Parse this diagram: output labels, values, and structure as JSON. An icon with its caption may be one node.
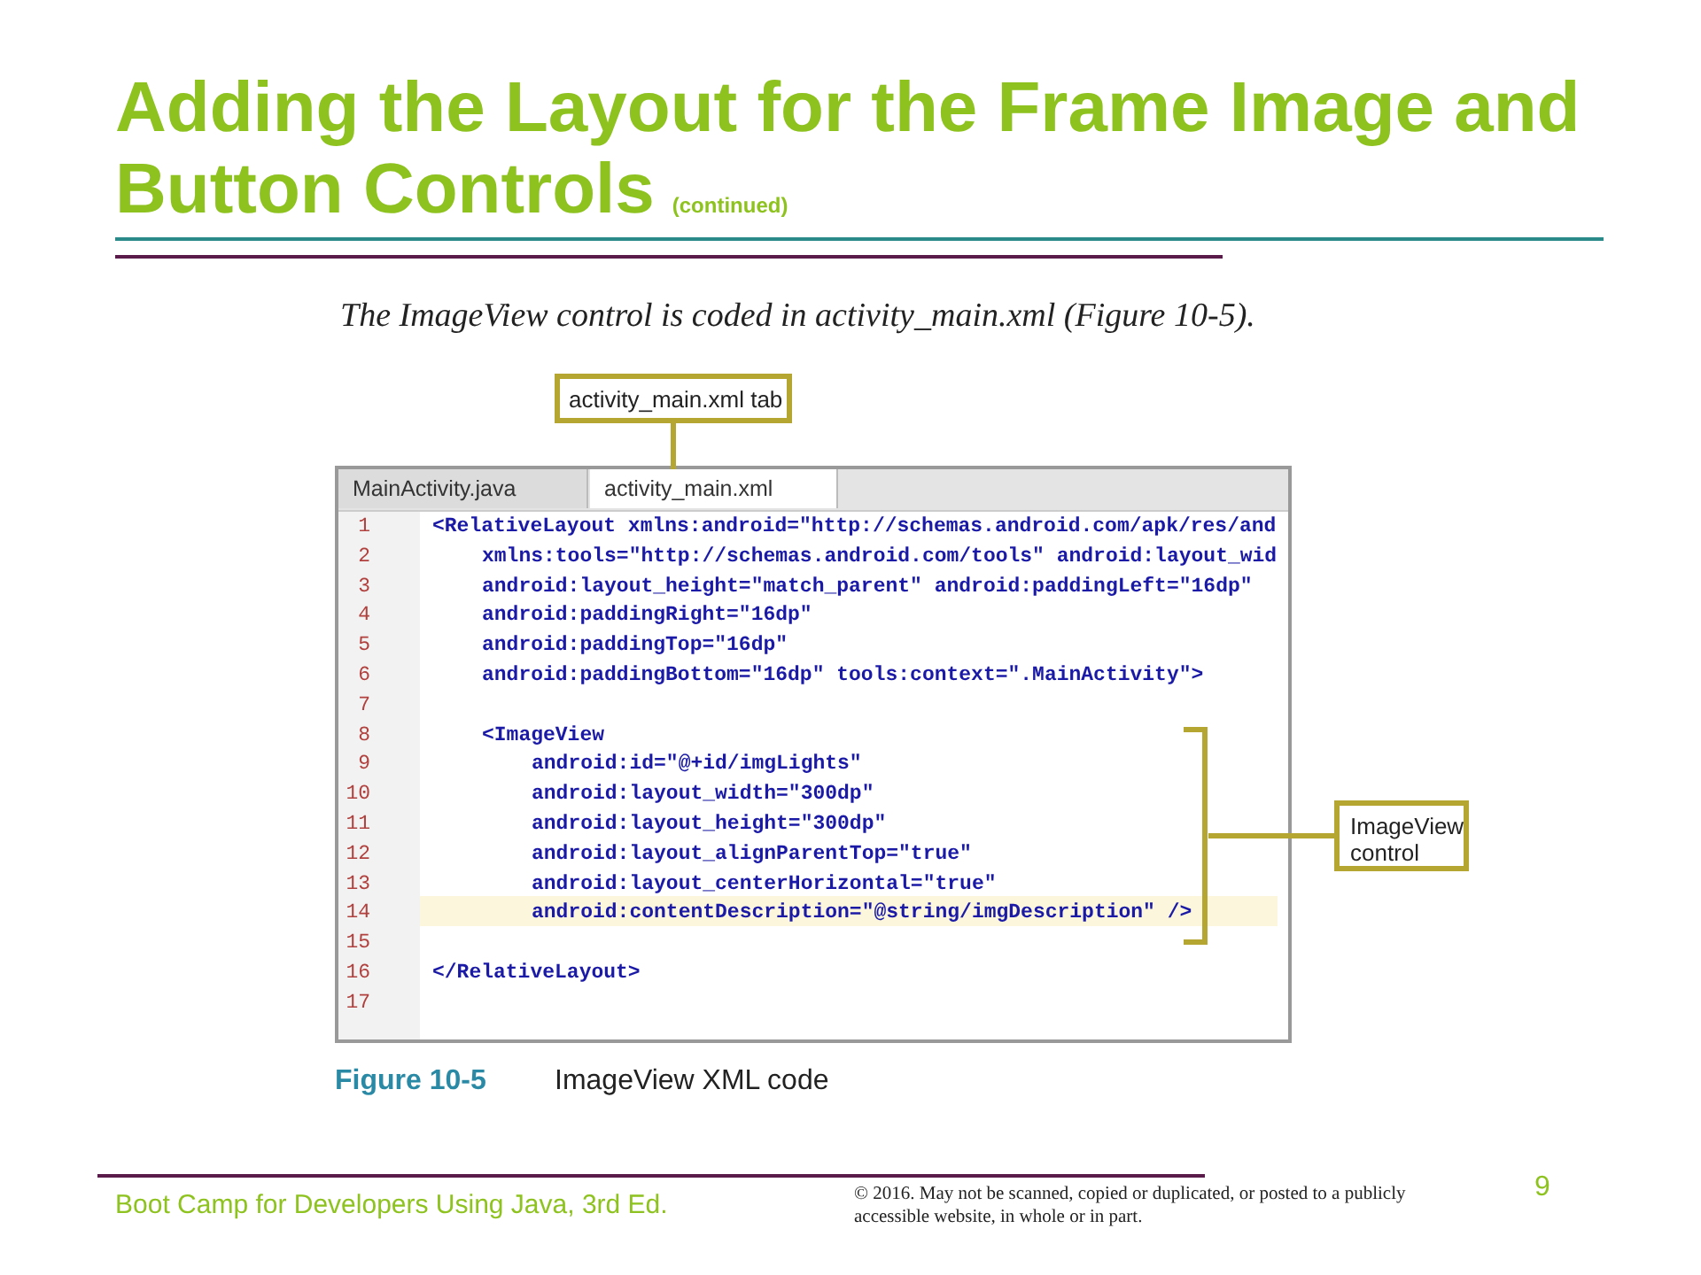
{
  "diagram": {
    "title": "Adding the Layout for the Frame Image and Button Controls",
    "nodes": [
      {
        "text": [
          "activity_main.xml tab"
        ]
      },
      {
        "text": [
          "MainActivity.java"
        ]
      },
      {
        "text": [
          "activity_main.xml"
        ]
      },
      {
        "text": [
          "ImageView control"
        ]
      },
      {
        "text": [],
        "shape": "bracket"
      }
    ],
    "edges": [
      {
        "from": 0,
        "to": 2,
        "arrow": "none"
      },
      {
        "from": 3,
        "to": 4,
        "arrow": "none"
      }
    ],
    "labels": [
      "(continued)",
      "The ImageView control is coded in activity_main.xml (Figure 10-5).",
      "1",
      "<RelativeLayout xmlns:android=\"http://schemas.android.com/apk/res/and",
      "2",
      "xmlns:tools=\"http://schemas.android.com/tools\" android:layout_wid",
      "3",
      "android:layout_height=\"match_parent\" android:paddingLeft=\"16dp\"",
      "4",
      "android:paddingRight=\"16dp\"",
      "5",
      "android:paddingTop=\"16dp\"",
      "6",
      "android:paddingBottom=\"16dp\" tools:context=\".MainActivity\">",
      "7",
      "8",
      "<ImageView",
      "9",
      "android:id=\"@+id/imgLights\"",
      "10",
      "android:layout_width=\"300dp\"",
      "11",
      "android:layout_height=\"300dp\"",
      "12",
      "android:layout_alignParentTop=\"true\"",
      "13",
      "android:layout_centerHorizontal=\"true\"",
      "14",
      "android:contentDescription=\"@string/imgDescription\" />",
      "15",
      "16",
      "</RelativeLayout>",
      "17",
      "Figure 10-5",
      "ImageView XML code",
      "Boot Camp for Developers Using Java, 3rd Ed.",
      "© 2016. May not be scanned, copied or duplicated, or posted to a publicly accessible website, in whole or in part.",
      "9"
    ]
  }
}
